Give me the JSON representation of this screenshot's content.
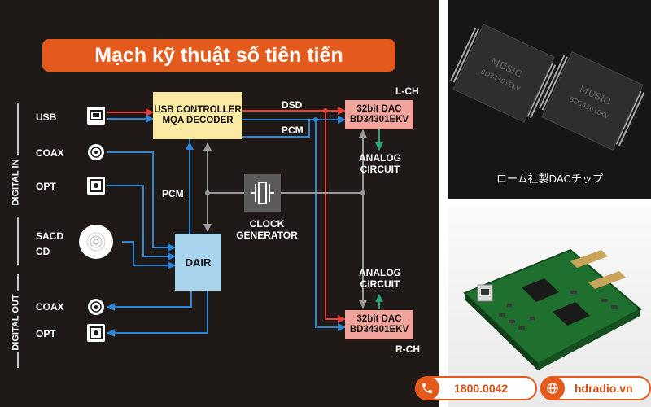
{
  "title": "Mạch kỹ thuật số tiên tiến",
  "section_labels": {
    "digital_in": "DIGITAL IN",
    "digital_out": "DIGITAL OUT"
  },
  "inputs": {
    "usb": "USB",
    "coax_in": "COAX",
    "opt_in": "OPT",
    "sacd_line1": "SACD",
    "sacd_line2": "CD"
  },
  "outputs": {
    "coax_out": "COAX",
    "opt_out": "OPT"
  },
  "blocks": {
    "usb_controller_line1": "USB CONTROLLER",
    "usb_controller_line2": "MQA DECODER",
    "dac_top_line1": "32bit DAC",
    "dac_top_line2": "BD34301EKV",
    "dac_bottom_line1": "32bit DAC",
    "dac_bottom_line2": "BD34301EKV",
    "dair": "DAIR",
    "clock_line1": "CLOCK",
    "clock_line2": "GENERATOR"
  },
  "signal_labels": {
    "dsd": "DSD",
    "pcm_top": "PCM",
    "pcm_left": "PCM",
    "lch": "L-CH",
    "rch": "R-CH",
    "analog_top_line1": "ANALOG",
    "analog_top_line2": "CIRCUIT",
    "analog_bottom_line1": "ANALOG",
    "analog_bottom_line2": "CIRCUIT"
  },
  "photo_top": {
    "caption": "ローム社製DACチップ",
    "chip_marking_line1": "MUSIC",
    "chip_marking_line2": "BD34301EKV"
  },
  "contact": {
    "phone": "1800.0042",
    "website": "hdradio.vn"
  },
  "colors": {
    "accent": "#e35a1c",
    "dsd_line": "#e8413c",
    "pcm_line": "#2e86d6",
    "clock_line": "#9a9a9a",
    "signal_out_line": "#23a67a",
    "usb_block": "#fbeaa4",
    "dac_block": "#f2a49c",
    "dair_block": "#a8d4ee",
    "clock_block": "#5b5b5b"
  }
}
